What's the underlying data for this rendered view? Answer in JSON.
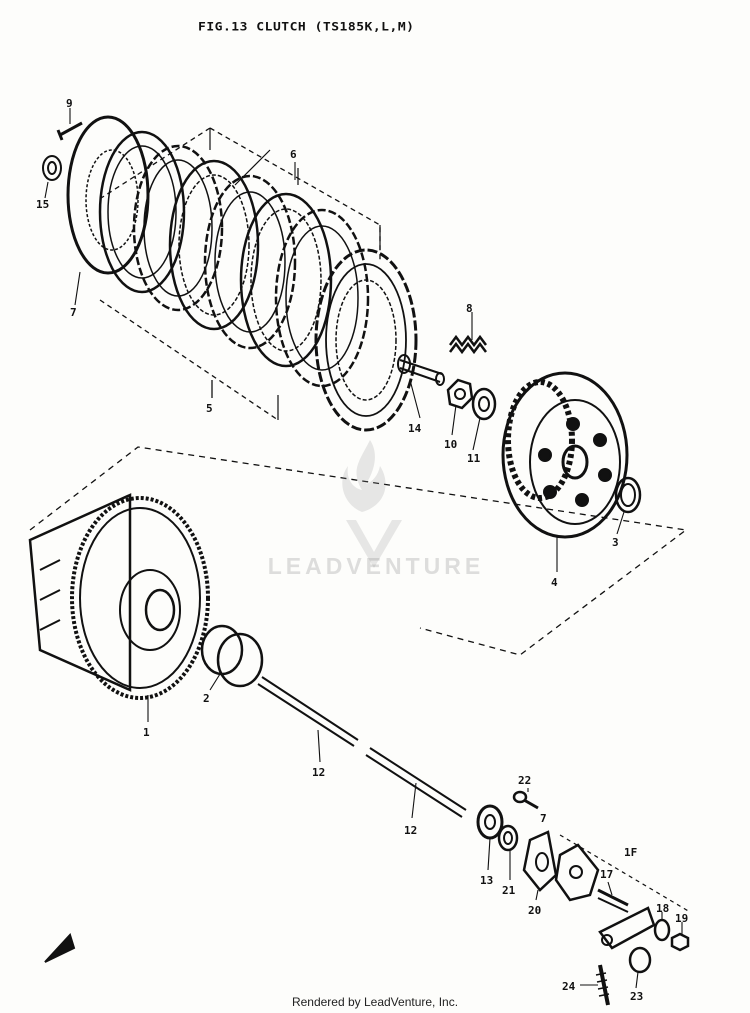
{
  "title": "FIG.13  CLUTCH (TS185K,L,M)",
  "footer": "Rendered by LeadVenture, Inc.",
  "watermark": "LEADVENTURE",
  "callouts": {
    "c1": "1",
    "c2": "2",
    "c3": "3",
    "c4": "4",
    "c5": "5",
    "c6": "6",
    "c7": "7",
    "c8": "8",
    "c9": "9",
    "c10": "10",
    "c11": "11",
    "c12a": "12",
    "c12b": "12",
    "c13": "13",
    "c14": "14",
    "c15": "15",
    "c17": "17",
    "c18": "18",
    "c19": "19",
    "c20": "20",
    "c21": "21",
    "c22": "22",
    "c23": "23",
    "c24": "24",
    "c7b": "7",
    "c1f": "1F"
  },
  "colors": {
    "ink": "#111111",
    "paper": "#fdfdfb",
    "watermark": "#c8c8c8"
  }
}
